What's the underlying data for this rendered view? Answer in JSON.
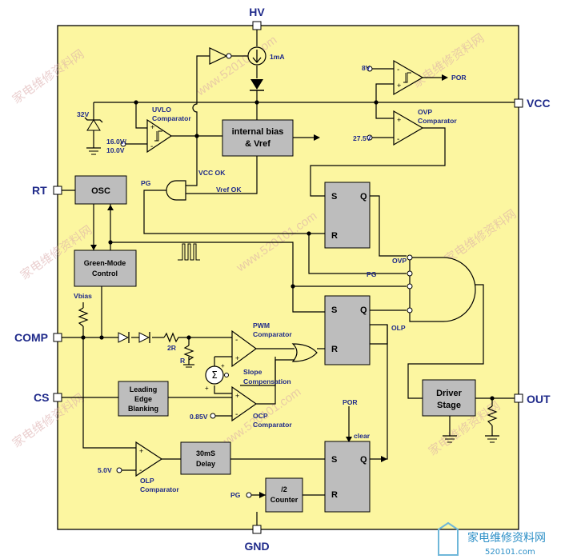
{
  "pins": {
    "hv": "HV",
    "vcc": "VCC",
    "rt": "RT",
    "comp": "COMP",
    "cs": "CS",
    "out": "OUT",
    "gnd": "GND"
  },
  "blocks": {
    "internal_bias": [
      "internal bias",
      "& Vref"
    ],
    "osc": "OSC",
    "green_mode": [
      "Green-Mode",
      "Control"
    ],
    "leading_edge": [
      "Leading",
      "Edge",
      "Blanking"
    ],
    "delay": [
      "30mS",
      "Delay"
    ],
    "counter": [
      "/2",
      "Counter"
    ],
    "driver": [
      "Driver",
      "Stage"
    ]
  },
  "labels": {
    "current_1ma": "1mA",
    "zener_32v": "32V",
    "uvlo": [
      "UVLO",
      "Comparator"
    ],
    "uvlo_ref": [
      "16.0V/",
      "10.0V"
    ],
    "vcc_ok": "VCC OK",
    "vref_ok": "Vref OK",
    "pg": "PG",
    "ref_8v": "8V",
    "por": "POR",
    "ovp_comp": [
      "OVP",
      "Comparator"
    ],
    "ref_27v5": "27.5V",
    "ovp": "OVP",
    "olp": "OLP",
    "vbias": "Vbias",
    "r2": "2R",
    "r": "R",
    "pwm_comp": [
      "PWM",
      "Comparator"
    ],
    "slope": [
      "Slope",
      "Compensation"
    ],
    "sigma": "Σ",
    "ocp_comp": [
      "OCP",
      "Comparator"
    ],
    "ref_0v85": "0.85V",
    "olp_comp": [
      "OLP",
      "Comparator"
    ],
    "ref_5v": "5.0V",
    "clear": "clear",
    "s": "S",
    "q": "Q",
    "r_in": "R"
  },
  "watermark": {
    "text": "家电维修资料网",
    "url": "www.520101.com",
    "logo_cn": "家电维修资料网",
    "logo_url": "520101.com"
  },
  "colors": {
    "chip_fill": "#fcf6a0",
    "block_fill": "#bdbdbd",
    "label_blue": "#1f2a8a",
    "wire": "#000000"
  }
}
